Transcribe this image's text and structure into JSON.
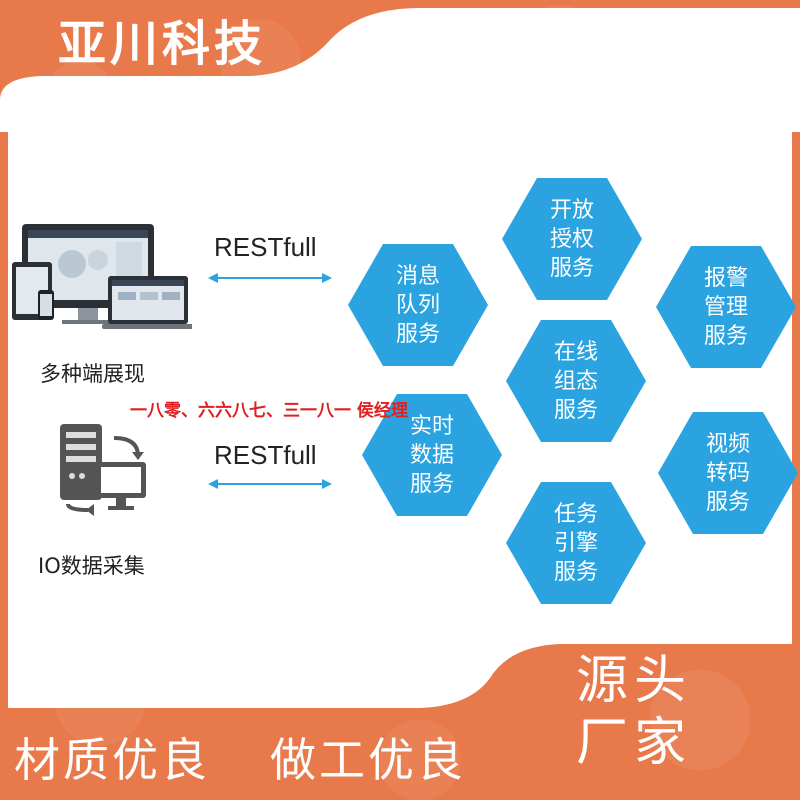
{
  "brand": {
    "title": "亚川科技"
  },
  "diagram": {
    "top_endpoint": {
      "label": "多种端展现",
      "icon": "multi-device-icon"
    },
    "bottom_endpoint": {
      "label": "IO数据采集",
      "icon": "server-monitor-icon"
    },
    "top_link": {
      "label": "RESTfull"
    },
    "bottom_link": {
      "label": "RESTfull"
    },
    "watermark": "一八零、六六八七、三一八一 侯经理",
    "services": [
      {
        "lines": [
          "开放",
          "授权",
          "服务"
        ]
      },
      {
        "lines": [
          "消息",
          "队列",
          "服务"
        ]
      },
      {
        "lines": [
          "报警",
          "管理",
          "服务"
        ]
      },
      {
        "lines": [
          "在线",
          "组态",
          "服务"
        ]
      },
      {
        "lines": [
          "实时",
          "数据",
          "服务"
        ]
      },
      {
        "lines": [
          "视频",
          "转码",
          "服务"
        ]
      },
      {
        "lines": [
          "任务",
          "引擎",
          "服务"
        ]
      }
    ]
  },
  "footer": {
    "slogan_left": "材质优良",
    "slogan_right": "做工优良",
    "side_line1": "源头",
    "side_line2": "厂家"
  },
  "colors": {
    "background": "#e8794a",
    "hex_fill": "#2aa3e0",
    "accent_red": "#e02020"
  }
}
